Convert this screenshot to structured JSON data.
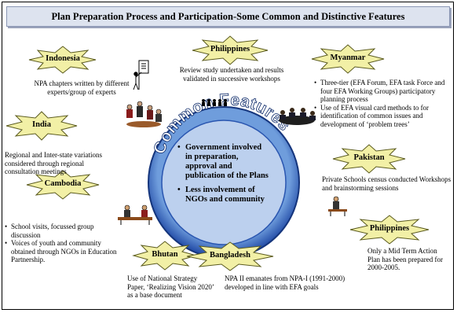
{
  "title": "Plan Preparation Process and Participation-Some Common and Distinctive Features",
  "center": {
    "arc_title": "Common Features",
    "items": [
      "Government involved in preparation, approval and publication of the Plans",
      "Less involvement of NGOs and community"
    ]
  },
  "countries": [
    {
      "name": "Indonesia",
      "text": "NPA chapters written by different experts/group of experts"
    },
    {
      "name": "India",
      "text": "Regional and Inter-state variations considered through regional consultation meetings"
    },
    {
      "name": "Cambodia",
      "bullets": [
        "School visits, focussed group discussion",
        "Voices of youth and community obtained through NGOs in Education Partnership."
      ]
    },
    {
      "name": "Bhutan",
      "text": "Use of National Strategy Paper, ‘Realizing Vision 2020’ as a base document"
    },
    {
      "name": "Bangladesh",
      "text": "NPA II emanates from NPA-I (1991-2000)  developed in line with EFA goals"
    },
    {
      "name": "Philippines",
      "text": "Review study undertaken and results validated in successive workshops"
    },
    {
      "name": "Myanmar",
      "bullets": [
        "Three-tier  (EFA Forum, EFA task Force and four EFA Working Groups) participatory planning process",
        "Use of EFA visual card methods to for identification of common issues and development of ‘problem trees’"
      ]
    },
    {
      "name": "Pakistan",
      "text": "Private Schools census conducted Workshops and brainstorming sessions"
    },
    {
      "name": "Philippines",
      "text": "Only a Mid Term Action Plan has been prepared for 2000-2005."
    }
  ],
  "colors": {
    "star_fill": "#f2f0a6",
    "star_stroke": "#5a5a1e",
    "ring_outer": "#1d46a3",
    "ring_light": "#6f9ddc",
    "disc_fill": "#bcd0ee",
    "title_bar": "#dde3ef"
  },
  "icons": [
    "presenter-clipart-icon",
    "audience-row-icon",
    "meeting-people-icon",
    "conference-table-icon",
    "desk-meeting-icon",
    "single-person-desk-icon"
  ]
}
